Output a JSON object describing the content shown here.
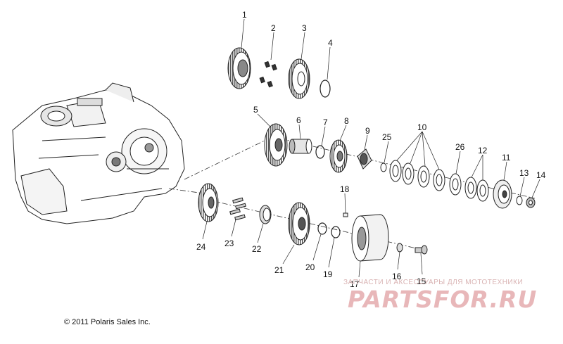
{
  "diagram": {
    "callouts": [
      "1",
      "2",
      "3",
      "4",
      "5",
      "6",
      "7",
      "8",
      "9",
      "10",
      "11",
      "12",
      "13",
      "14",
      "15",
      "16",
      "17",
      "18",
      "19",
      "20",
      "21",
      "22",
      "23",
      "24",
      "25",
      "26"
    ],
    "copyright": "© 2011 Polaris Sales Inc.",
    "watermark_caption": "ЗАПЧАСТИ И АКСЕССУАРЫ ДЛЯ МОТОТЕХНИКИ",
    "watermark_logo": "PARTSFOR.RU",
    "line_color": "#222222",
    "watermark_color": "#e8b7b9"
  }
}
